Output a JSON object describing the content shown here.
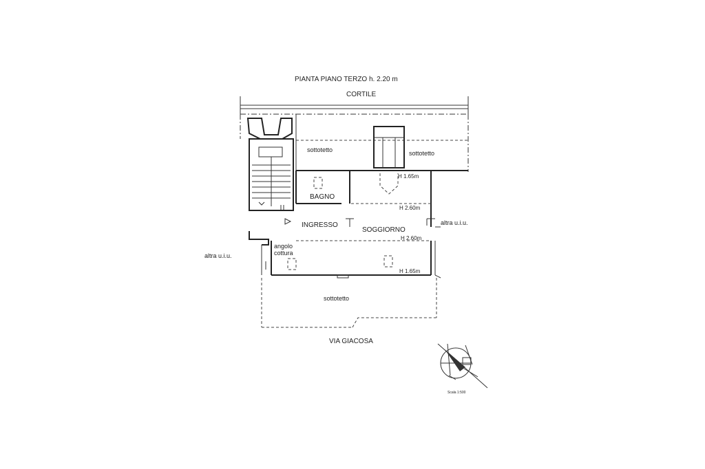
{
  "plan": {
    "title": "PIANTA PIANO TERZO h. 2.20 m",
    "courtyard": "CORTILE",
    "street": "VIA GIACOSA",
    "attic_left": "sottotetto",
    "attic_right": "sottotetto",
    "attic_front": "sottotetto",
    "bathroom": "BAGNO",
    "entrance": "INGRESSO",
    "living": "SOGGIORNO",
    "kitchen_line1": "angolo",
    "kitchen_line2": "cottura",
    "other_unit_right": "altra u.i.u.",
    "other_unit_left": "altra u.i.u.",
    "height_1": "H 1.65m",
    "height_2": "H 2.60m",
    "height_3": "H 2.60m",
    "height_4": "H 1.65m",
    "scale": "Scala 1:500"
  },
  "icons": {
    "compass": "north-arrow-icon",
    "stair": "staircase-icon",
    "door_marker": "entrance-arrow-icon"
  }
}
